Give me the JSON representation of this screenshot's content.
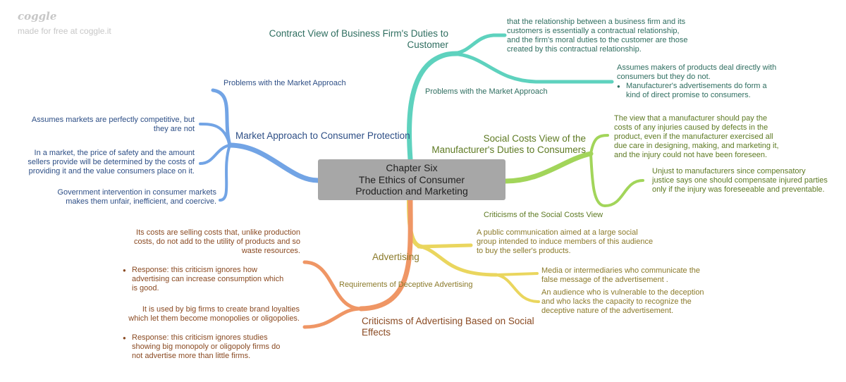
{
  "branding": {
    "logo": "coggle",
    "made_for_free": "made for free at coggle.it"
  },
  "central_topic": {
    "line1": "Chapter Six",
    "line2": "The Ethics of Consumer",
    "line3": "Production and Marketing"
  },
  "contract_view": {
    "title": "Contract View of Business Firm's Duties to Customer",
    "definition": "that the relationship between a business firm and its customers is essentially a contractual relationship, and the firm's moral duties to the customer are those created by this contractual relationship.",
    "problems_label": "Problems with the Market Approach",
    "problem": "Assumes makers of products deal directly with consumers but they do not.",
    "problem_bullet": "Manufacturer's advertisements do form a kind of direct promise to consumers."
  },
  "market_approach": {
    "title": "Market Approach to Consumer Protection",
    "problems_label": "Problems with the Market Approach",
    "problem1": "Assumes markets are perfectly competitive, but they are not",
    "item2": "In a market, the price of safety and the amount sellers provide will be determined by the costs of providing it and the value consumers place on it.",
    "item3": "Government intervention in consumer markets makes them unfair, inefficient, and coercive."
  },
  "social_costs": {
    "title": "Social Costs View of the Manufacturer's Duties to Consumers",
    "definition": "The view that a manufacturer should pay the costs of any injuries caused by defects in the product, even if the manufacturer exercised all due care in designing, making, and marketing it, and the injury could not have been foreseen.",
    "criticisms_label": "Criticisms of the Social Costs View",
    "criticism": "Unjust to manufacturers since compensatory justice says one should compensate injured parties only if the injury was foreseeable and preventable."
  },
  "advertising": {
    "title": "Advertising",
    "definition": "A public communication aimed at a large social group intended to induce members of this audience to buy the seller's products.",
    "requirements_label": "Requirements of Deceptive Advertising",
    "req1": "Media or intermediaries who communicate the false message of the advertisement .",
    "req2": "An audience who is vulnerable to the deception and who lacks the capacity to recognize the deceptive nature of the advertisement."
  },
  "criticisms_advertising": {
    "title": "Criticisms of Advertising Based on Social Effects",
    "criticism1": "Its costs are selling costs that, unlike production costs, do not add to the utility of products and so waste resources.",
    "response1": "Response: this criticism ignores how advertising can increase consumption which is good.",
    "criticism2": "It is used by big firms to create brand loyalties which let them become monopolies or oligopolies.",
    "response2": "Response: this criticism ignores studies showing big monopoly or oligopoly firms do not advertise more than little firms."
  },
  "colors": {
    "contract": "#5ed2be",
    "market": "#72a4e5",
    "social": "#a2d55a",
    "advertising": "#ead65e",
    "criticisms": "#ef9665",
    "center": "#a7a7a7"
  }
}
